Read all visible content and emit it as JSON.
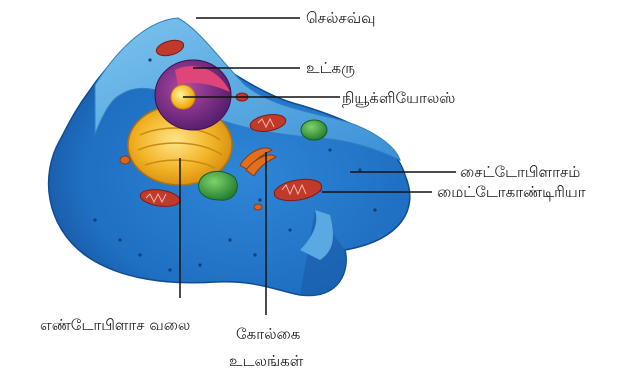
{
  "diagram": {
    "labels": {
      "cell_membrane": "செல்சவ்வு",
      "nucleus": "உட்கரு",
      "nucleolus": "நியூக்ளியோலஸ்",
      "cytoplasm": "சைட்டோபிளாசம்",
      "mitochondria": "மைட்டோகாண்டிரியா",
      "endoplasmic_reticulum": "எண்டோபிளாச வலை",
      "golgi_line1": "கோல்கை",
      "golgi_line2": "உடலங்கள்"
    },
    "colors": {
      "cytoplasm_blue": "#1f6fc2",
      "membrane_light_blue": "#7cc4ee",
      "nucleus_purple": "#7b2a8c",
      "nucleolus_yellow": "#f5c211",
      "er_orange": "#e8a317",
      "mitochondria_red": "#c0392b",
      "vacuole_green": "#2e9e3a",
      "leader_line": "#111111"
    }
  }
}
